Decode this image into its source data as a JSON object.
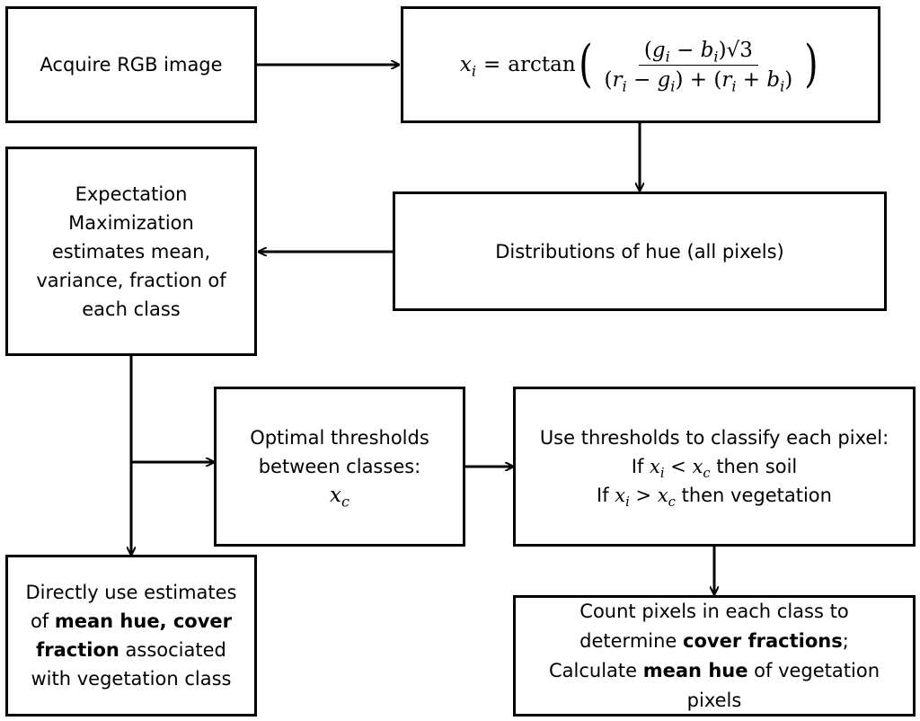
{
  "nodes": {
    "acquire": {
      "label": "Acquire RGB image"
    },
    "formula": {
      "lhs_var": "x",
      "lhs_sub": "i",
      "eq": "=",
      "func": "arctan",
      "num_open": "(",
      "num_g": "g",
      "num_minus": "−",
      "num_b": "b",
      "num_close": ")",
      "num_sqrt": "√3",
      "den_r1": "r",
      "den_g": "g",
      "den_minus": "−",
      "den_plus": "+",
      "den_r2": "r",
      "den_plus2": "+",
      "den_b": "b",
      "sub": "i"
    },
    "expectation": {
      "lines": [
        "Expectation",
        "Maximization",
        "estimates mean,",
        "variance, fraction of",
        "each class"
      ]
    },
    "distributions": {
      "label": "Distributions of hue (all pixels)"
    },
    "thresholds": {
      "line1": "Optimal thresholds",
      "line2": "between classes:",
      "var": "x",
      "sub": "c"
    },
    "classify": {
      "line1": "Use thresholds to classify each pixel:",
      "if": "If",
      "x": "x",
      "sub_i": "i",
      "lt": "<",
      "gt": ">",
      "sub_c": "c",
      "then_soil": "then soil",
      "then_veg": "then vegetation"
    },
    "direct": {
      "t1": "Directly use estimates",
      "t2": "of",
      "b1": "mean hue, cover",
      "b2": "fraction",
      "t3": "associated",
      "t4": "with vegetation class"
    },
    "count": {
      "t1": "Count pixels in each class to",
      "t2": "determine",
      "b1": "cover fractions",
      "t3": ";",
      "t4": "Calculate",
      "b2": "mean hue",
      "t5": "of vegetation",
      "t6": "pixels"
    }
  }
}
